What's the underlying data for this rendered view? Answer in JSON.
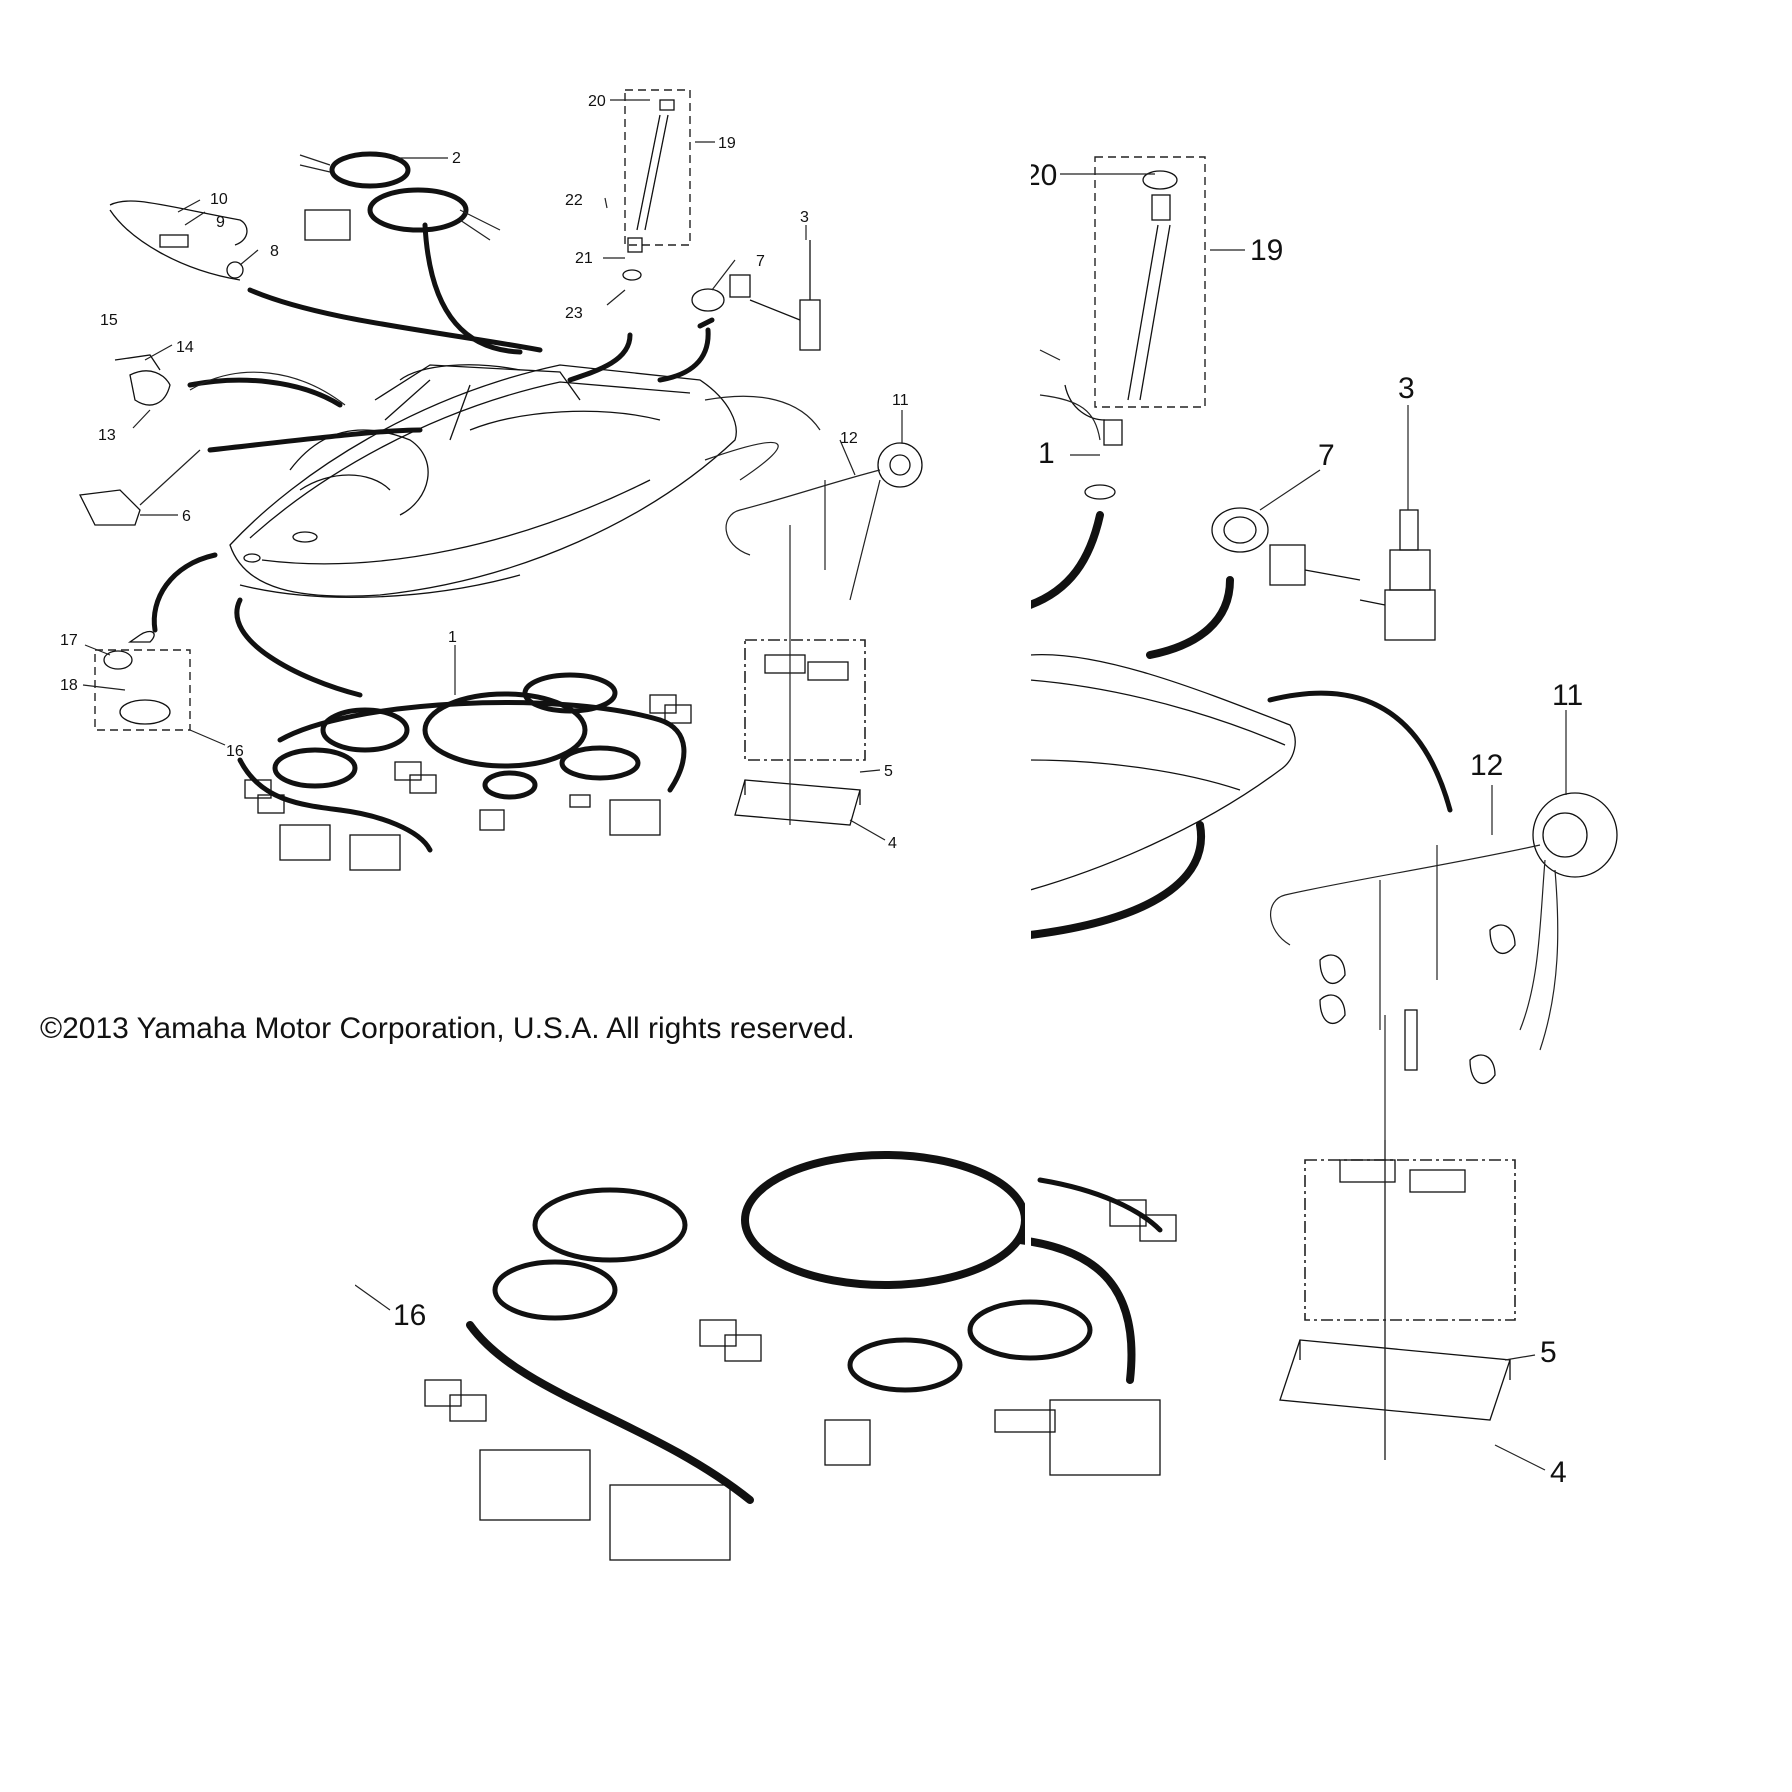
{
  "copyright": "©2013 Yamaha Motor Corporation, U.S.A. All rights reserved.",
  "callouts_overview": {
    "c1": "1",
    "c2": "2",
    "c3": "3",
    "c4": "4",
    "c5": "5",
    "c6": "6",
    "c7": "7",
    "c8": "8",
    "c9": "9",
    "c10": "10",
    "c11": "11",
    "c12": "12",
    "c13": "13",
    "c14": "14",
    "c15": "15",
    "c16": "16",
    "c17": "17",
    "c18": "18",
    "c19": "19",
    "c20": "20",
    "c21": "21",
    "c22": "22",
    "c23": "23"
  },
  "callouts_detail": {
    "c1": "1",
    "c3": "3",
    "c4": "4",
    "c5": "5",
    "c7": "7",
    "c11": "11",
    "c12": "12",
    "c16": "16",
    "c19": "19",
    "c20": "20"
  }
}
